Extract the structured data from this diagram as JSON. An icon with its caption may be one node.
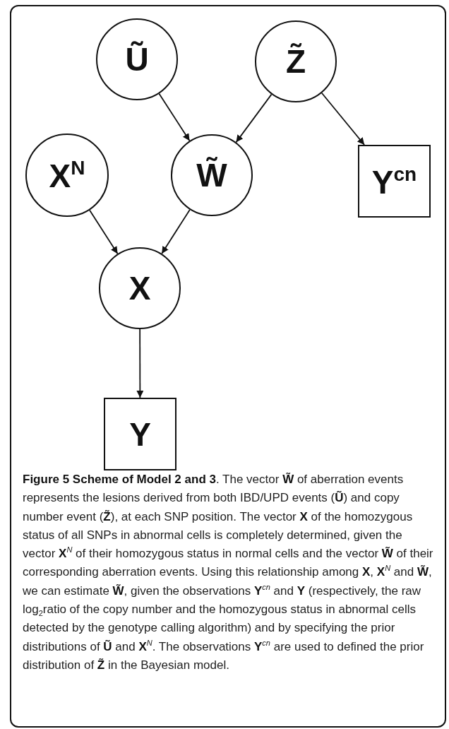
{
  "diagram": {
    "nodes": [
      {
        "text": [
          "Ũ"
        ]
      },
      {
        "text": [
          "Z̃"
        ]
      },
      {
        "text": [
          "X$^{N}$"
        ]
      },
      {
        "text": [
          "W̃"
        ]
      },
      {
        "text": [
          "Y$^{cn}$"
        ]
      },
      {
        "text": [
          "X"
        ]
      },
      {
        "text": [
          "Y"
        ]
      }
    ],
    "edges": [
      {
        "from": 0,
        "to": 3,
        "arrow": "to"
      },
      {
        "from": 1,
        "to": 3,
        "arrow": "to"
      },
      {
        "from": 1,
        "to": 4,
        "arrow": "to"
      },
      {
        "from": 2,
        "to": 5,
        "arrow": "to"
      },
      {
        "from": 3,
        "to": 5,
        "arrow": "to"
      },
      {
        "from": 5,
        "to": 6,
        "arrow": "to"
      }
    ],
    "caption": "**Figure 5 Scheme of Model 2 and 3**. The vector **W̃** of aberration events represents the lesions derived from both IBD/UPD events (**Ũ**) and copy number event (**Z̃**), at each SNP position. The vector **X** of the homozygous status of all SNPs in abnormal cells is completely determined, given the vector **X**$^{N}$ of their homozygous status in normal cells and the vector **W̃** of their corresponding aberration events. Using this relationship among **X**, **X**$^{N}$ and **W̃**, we can estimate **W̃**, given the observations **Y**$^{cn}$ and **Y** (respectively, the raw log$_{2}$ratio of the copy number and the homozygous status in abnormal cells detected by the genotype calling algorithm) and by specifying the prior distributions of **Ũ** and **X**$^{N}$. The observations **Y**$^{cn}$ are used to defined the prior distribution of **Z̃** in the Bayesian model."
  }
}
